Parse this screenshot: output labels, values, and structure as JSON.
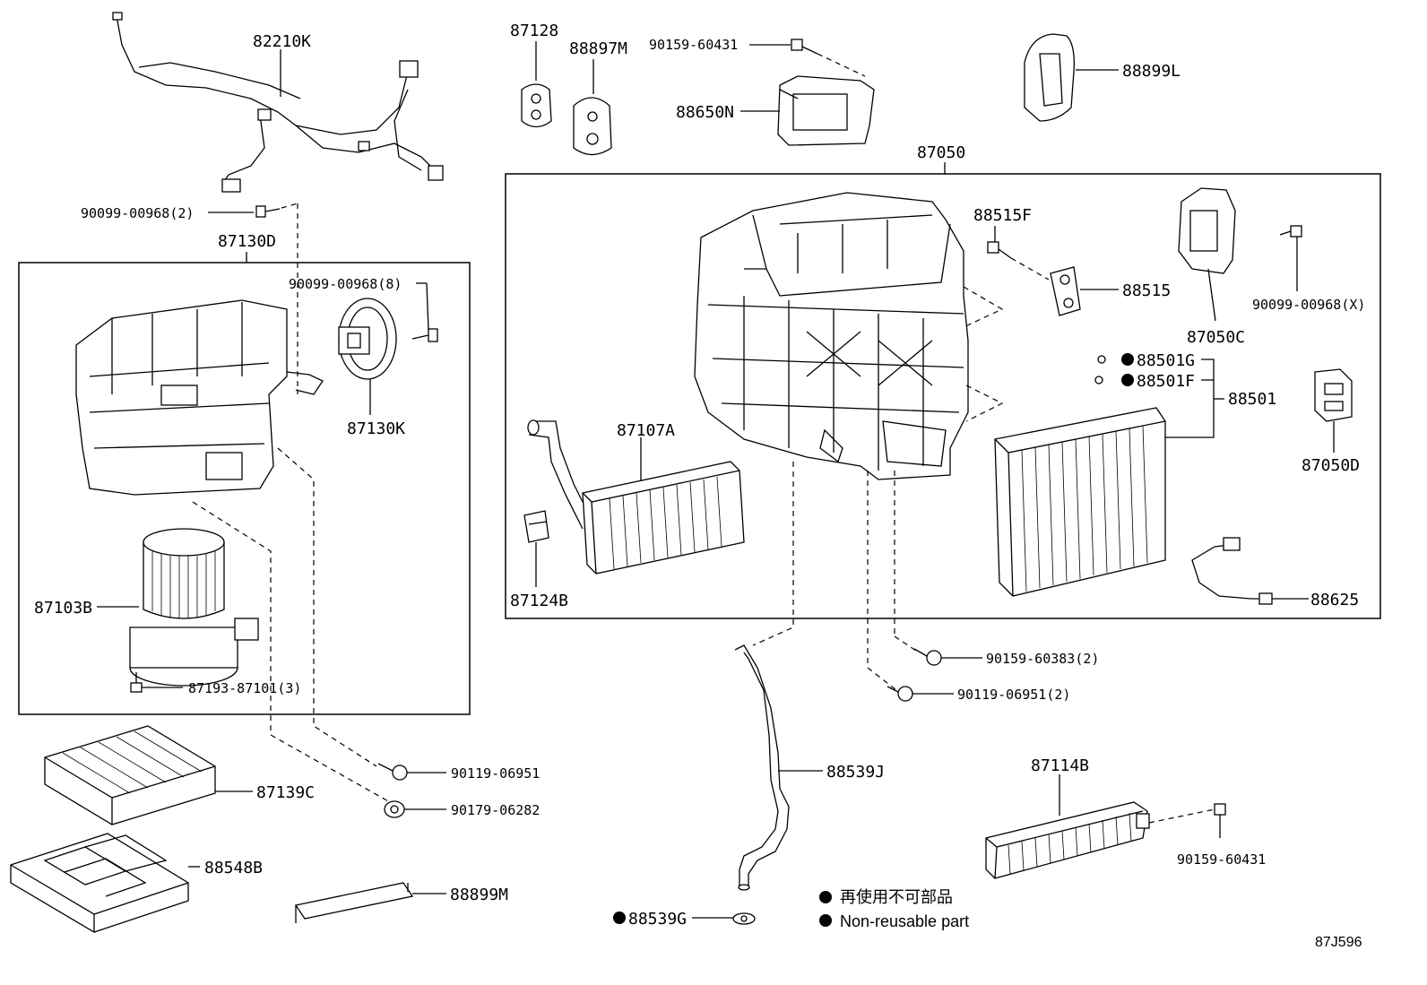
{
  "parts": {
    "p82210K": "82210K",
    "p90099_00968_2": "90099-00968(2)",
    "p87130D": "87130D",
    "p90099_00968_8": "90099-00968(8)",
    "p87130K": "87130K",
    "p87103B": "87103B",
    "p87193_87101_3": "87193-87101(3)",
    "p90119_06951": "90119-06951",
    "p90179_06282": "90179-06282",
    "p87139C": "87139C",
    "p88548B": "88548B",
    "p88899M": "88899M",
    "p87128": "87128",
    "p88897M": "88897M",
    "p90159_60431_top": "90159-60431",
    "p88650N": "88650N",
    "p88899L": "88899L",
    "p87050": "87050",
    "p88515F": "88515F",
    "p88515": "88515",
    "p87050C": "87050C",
    "p90099_00968_X": "90099-00968(X)",
    "p88501G": "88501G",
    "p88501F": "88501F",
    "p88501": "88501",
    "p87050D": "87050D",
    "p87107A": "87107A",
    "p87124B": "87124B",
    "p88625": "88625",
    "p90159_60383_2": "90159-60383(2)",
    "p90119_06951_2": "90119-06951(2)",
    "p88539J": "88539J",
    "p87114B": "87114B",
    "p90159_60431_bot": "90159-60431",
    "p88539G": "88539G"
  },
  "legend": {
    "line1": "再使用不可部品",
    "line2": "Non-reusable part"
  },
  "diagram_code": "87J596"
}
